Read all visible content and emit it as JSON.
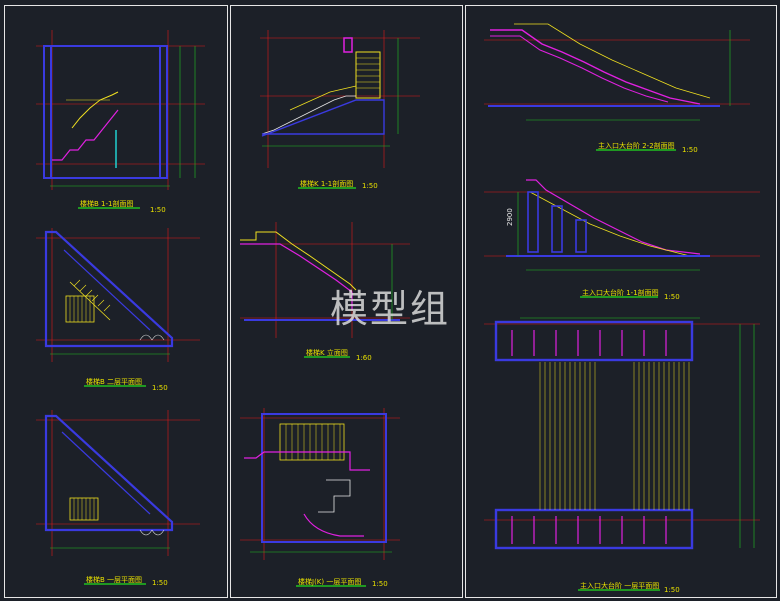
{
  "watermark": "模型组",
  "colors": {
    "bg": "#1c2028",
    "wall": "#3a3ae0",
    "stair": "#f0e020",
    "rail": "#e020e0",
    "grid": "#e01818",
    "dim": "#20c020",
    "white": "#e6e6e6",
    "cyan": "#20d0d0"
  },
  "titles": {
    "a": "楼梯B 1-1剖面图",
    "b": "楼梯B 二层平面图",
    "c": "楼梯B 一层平面图",
    "d": "楼梯K 1-1剖面图",
    "e": "楼梯K 立面图",
    "f": "楼梯J(K) 一层平面图",
    "g": "主入口大台阶 2-2剖面图",
    "h": "主入口大台阶 1-1剖面图",
    "i": "主入口大台阶 一层平面图"
  },
  "scales": {
    "a": "1:50",
    "b": "1:50",
    "c": "1:50",
    "d": "1:50",
    "e": "1:60",
    "f": "1:50",
    "g": "1:50",
    "h": "1:50",
    "i": "1:50"
  },
  "dim_text": "2900"
}
